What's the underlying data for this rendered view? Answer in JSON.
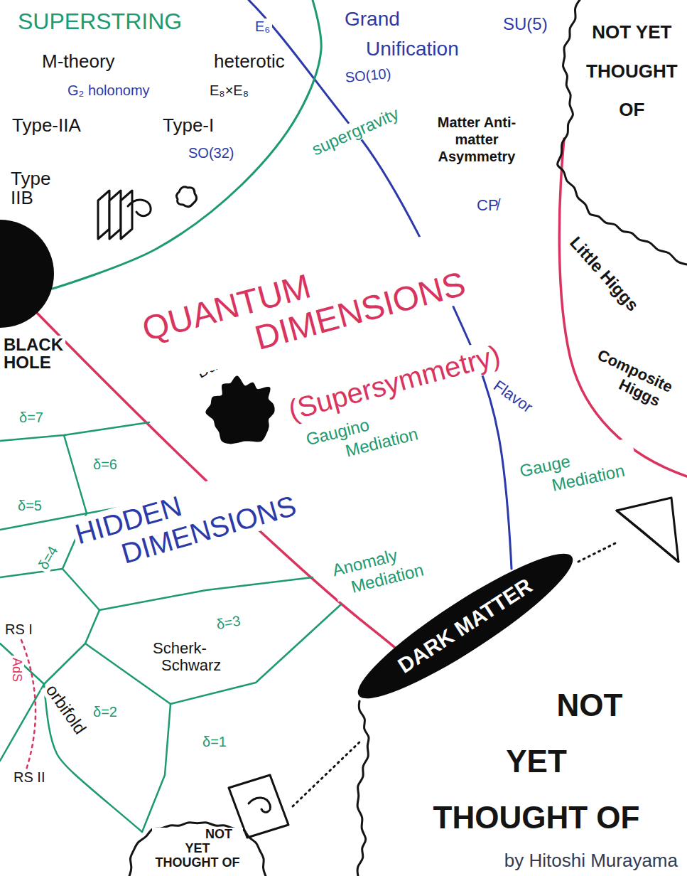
{
  "diagram": {
    "caption": "by Hitoshi Murayama",
    "nodes": [
      {
        "text": [
          "SUPERSTRING"
        ]
      },
      {
        "text": [
          "NOT YET THOUGHT OF"
        ]
      },
      {
        "text": [
          "BLACK HOLE"
        ]
      },
      {
        "text": [
          "Dark Energy"
        ]
      },
      {
        "text": [
          "DARK MATTER"
        ]
      },
      {
        "text": [
          "NOT YET THOUGHT OF"
        ]
      },
      {
        "text": [
          "NOT YET THOUGHT OF"
        ]
      }
    ],
    "labels": [
      "E₆",
      "Grand Unification",
      "SU(5)",
      "M-theory",
      "heterotic",
      "G₂ holonomy",
      "E₈×E₈",
      "SO(10)",
      "supergravity",
      "Type-IIA",
      "Type-I",
      "SO(32)",
      "Matter Anti-matter Asymmetry",
      "Type IIB",
      "CP̸",
      "QUANTUM DIMENSIONS",
      "(Supersymmetry)",
      "Little Higgs",
      "Composite Higgs",
      "Flavor",
      "δ=7",
      "δ=6",
      "Gaugino Mediation",
      "Gauge Mediation",
      "δ=5",
      "HIDDEN DIMENSIONS",
      "Anomaly Mediation",
      "δ=4",
      "δ=3",
      "RS I",
      "Scherk-Schwarz",
      "AdS",
      "orbifold",
      "δ=2",
      "δ=1",
      "RS II"
    ]
  }
}
